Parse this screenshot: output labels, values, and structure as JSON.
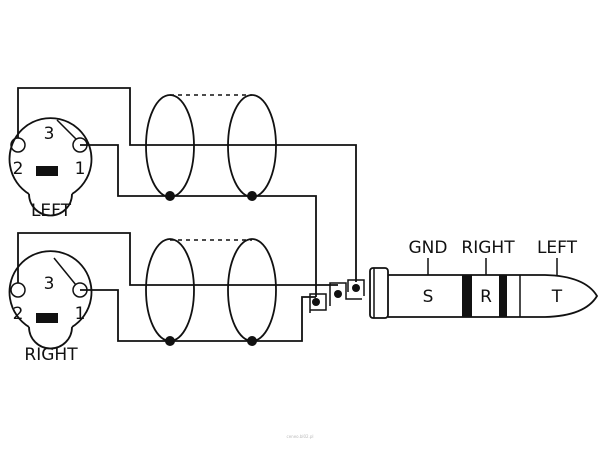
{
  "connectors": {
    "left": {
      "label": "LEFT",
      "pin_1": "1",
      "pin_2": "2",
      "pin_3": "3"
    },
    "right": {
      "label": "RIGHT",
      "pin_1": "1",
      "pin_2": "2",
      "pin_3": "3"
    }
  },
  "jack": {
    "labels": {
      "gnd": "GND",
      "right": "RIGHT",
      "left": "LEFT"
    },
    "segments": {
      "sleeve": "S",
      "ring": "R",
      "tip": "T"
    }
  },
  "watermark": "ceneo.bl02.pl"
}
